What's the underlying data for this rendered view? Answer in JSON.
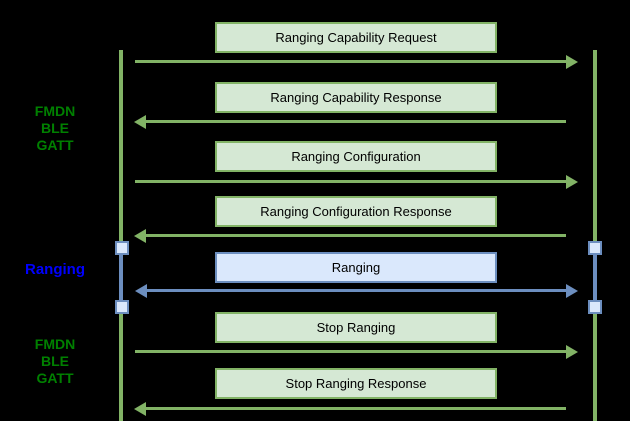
{
  "diagram": {
    "type": "sequence-diagram",
    "background_color": "#000000",
    "colors": {
      "green_box_fill": "#d5e8d4",
      "green_box_stroke": "#82b366",
      "blue_box_fill": "#dae8fc",
      "blue_box_stroke": "#6c8ebf",
      "green_arrow": "#82b366",
      "blue_arrow": "#6c8ebf",
      "phase_label_green": "#008000",
      "phase_label_blue": "#0000ff"
    },
    "phase_labels": [
      {
        "text": "FMDN\nBLE\nGATT",
        "color": "#008000"
      },
      {
        "text": "Ranging",
        "color": "#0000ff"
      },
      {
        "text": "FMDN\nBLE\nGATT",
        "color": "#008000"
      }
    ],
    "messages": [
      {
        "label": "Ranging Capability Request",
        "direction": "right",
        "style": "green"
      },
      {
        "label": "Ranging Capability Response",
        "direction": "left",
        "style": "green"
      },
      {
        "label": "Ranging Configuration",
        "direction": "right",
        "style": "green"
      },
      {
        "label": "Ranging Configuration Response",
        "direction": "left",
        "style": "green"
      },
      {
        "label": "Ranging",
        "direction": "both",
        "style": "blue"
      },
      {
        "label": "Stop Ranging",
        "direction": "right",
        "style": "green"
      },
      {
        "label": "Stop Ranging Response",
        "direction": "left",
        "style": "green"
      }
    ]
  }
}
